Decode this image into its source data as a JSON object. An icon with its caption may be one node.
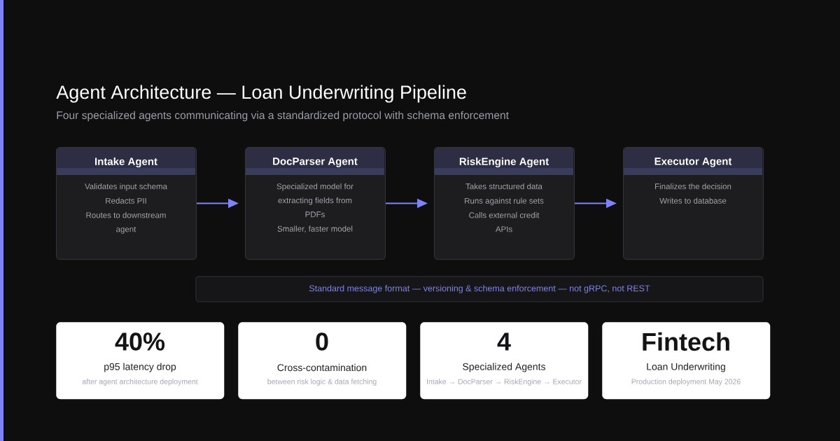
{
  "diagram": {
    "title": "Agent Architecture — Loan Underwriting Pipeline",
    "nodes": [
      {
        "text": [
          "Intake Agent",
          "Validates input schema",
          "Redacts PII",
          "Routes to downstream agent"
        ]
      },
      {
        "text": [
          "DocParser Agent",
          "Specialized model for extracting fields from PDFs",
          "Smaller, faster model"
        ]
      },
      {
        "text": [
          "RiskEngine Agent",
          "Takes structured data",
          "Runs against rule sets",
          "Calls external credit APIs"
        ]
      },
      {
        "text": [
          "Executor Agent",
          "Finalizes the decision",
          "Writes to database"
        ]
      },
      {
        "text": [
          "Standard message format — versioning & schema enforcement — not gRPC, not REST"
        ]
      },
      {
        "text": [
          "40%",
          "p95 latency drop",
          "after agent architecture deployment"
        ]
      },
      {
        "text": [
          "0",
          "Cross-contamination",
          "between risk logic & data fetching"
        ]
      },
      {
        "text": [
          "4",
          "Specialized Agents",
          "Intake → DocParser → RiskEngine → Executor"
        ]
      },
      {
        "text": [
          "Fintech",
          "Loan Underwriting",
          "Production deployment May 2026"
        ]
      }
    ],
    "edges": [
      {
        "from": 0,
        "to": 1,
        "arrow": "to"
      },
      {
        "from": 1,
        "to": 2,
        "arrow": "to"
      },
      {
        "from": 2,
        "to": 3,
        "arrow": "to"
      }
    ],
    "labels": [
      "Four specialized agents communicating via a standardized protocol with schema enforcement"
    ]
  }
}
